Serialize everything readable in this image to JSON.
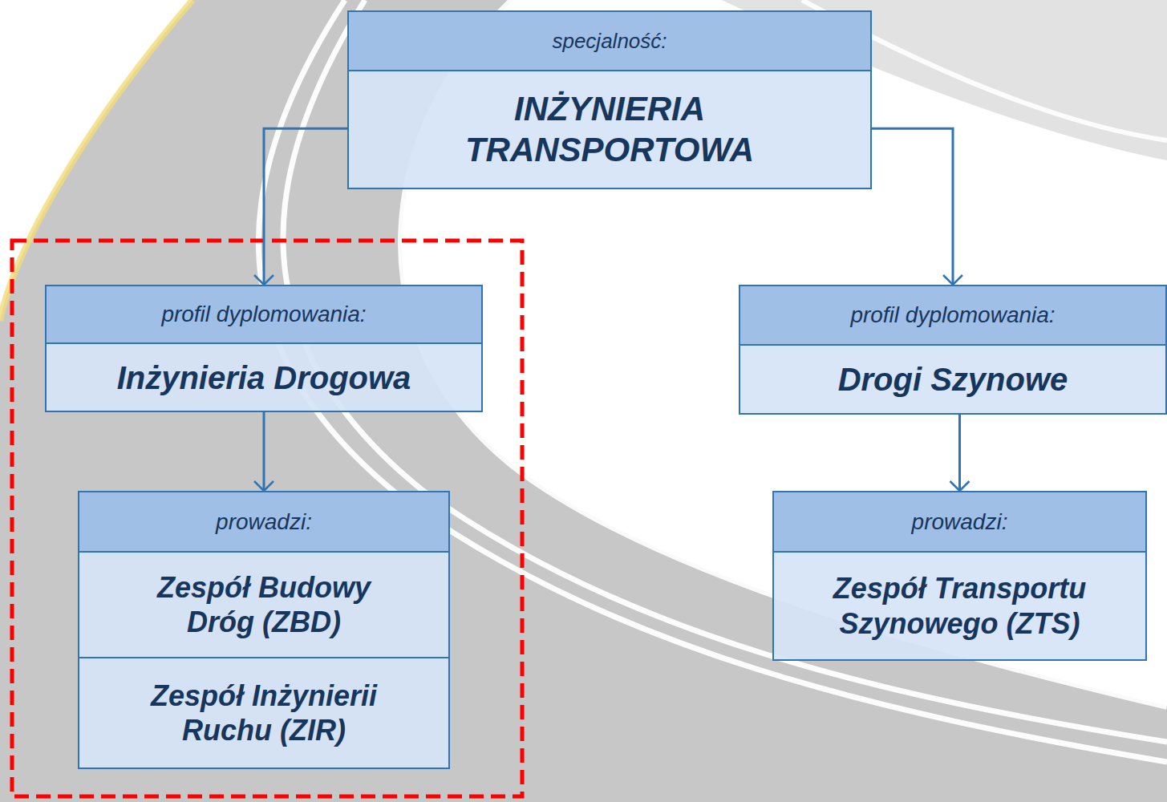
{
  "diagram": {
    "nodes": [
      {
        "text": [
          "specjalność:",
          "INŻYNIERIA TRANSPORTOWA"
        ]
      },
      {
        "text": [
          "profil dyplomowania:",
          "Inżynieria Drogowa"
        ]
      },
      {
        "text": [
          "profil dyplomowania:",
          "Drogi Szynowe"
        ]
      },
      {
        "text": [
          "prowadzi:",
          "Zespół Budowy Dróg (ZBD)",
          "Zespół Inżynierii Ruchu (ZIR)"
        ]
      },
      {
        "text": [
          "prowadzi:",
          "Zespół Transportu Szynowego (ZTS)"
        ]
      }
    ],
    "edges": [
      {
        "from": 0,
        "to": 1,
        "arrow": "to"
      },
      {
        "from": 0,
        "to": 2,
        "arrow": "to"
      },
      {
        "from": 1,
        "to": 3,
        "arrow": "to"
      },
      {
        "from": 2,
        "to": 4,
        "arrow": "to"
      }
    ]
  }
}
